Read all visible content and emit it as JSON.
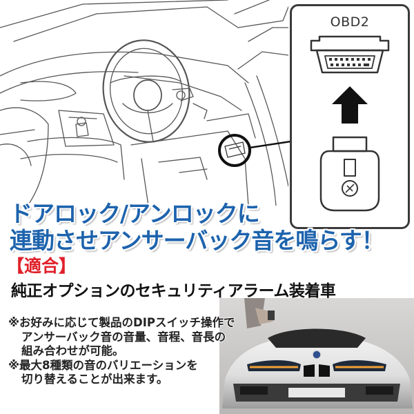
{
  "obd_panel": {
    "label": "OBD2",
    "arrow_icon": "up-arrow-icon",
    "connector_icon": "obd2-port-icon",
    "plug_icon": "obd-plug-icon"
  },
  "headline": {
    "line1": "ドアロック/アンロックに",
    "line2": "連動させアンサーバック音を鳴らす！",
    "color": "#1d63ad"
  },
  "compatibility": {
    "tag": "【適合】",
    "tag_color": "#e0202a",
    "description": "純正オプションのセキュリティアラーム装着車"
  },
  "notes": [
    "※お好みに応じて製品のDIPスイッチ操作で",
    "アンサーバック音の音量、音程、音長の",
    "組み合わせが可能。",
    "※最大8種類の音のバリエーションを",
    "切り替えることが出来ます。"
  ],
  "images": {
    "interior": "car-interior-illustration",
    "car": "bmw-i8-photo"
  }
}
